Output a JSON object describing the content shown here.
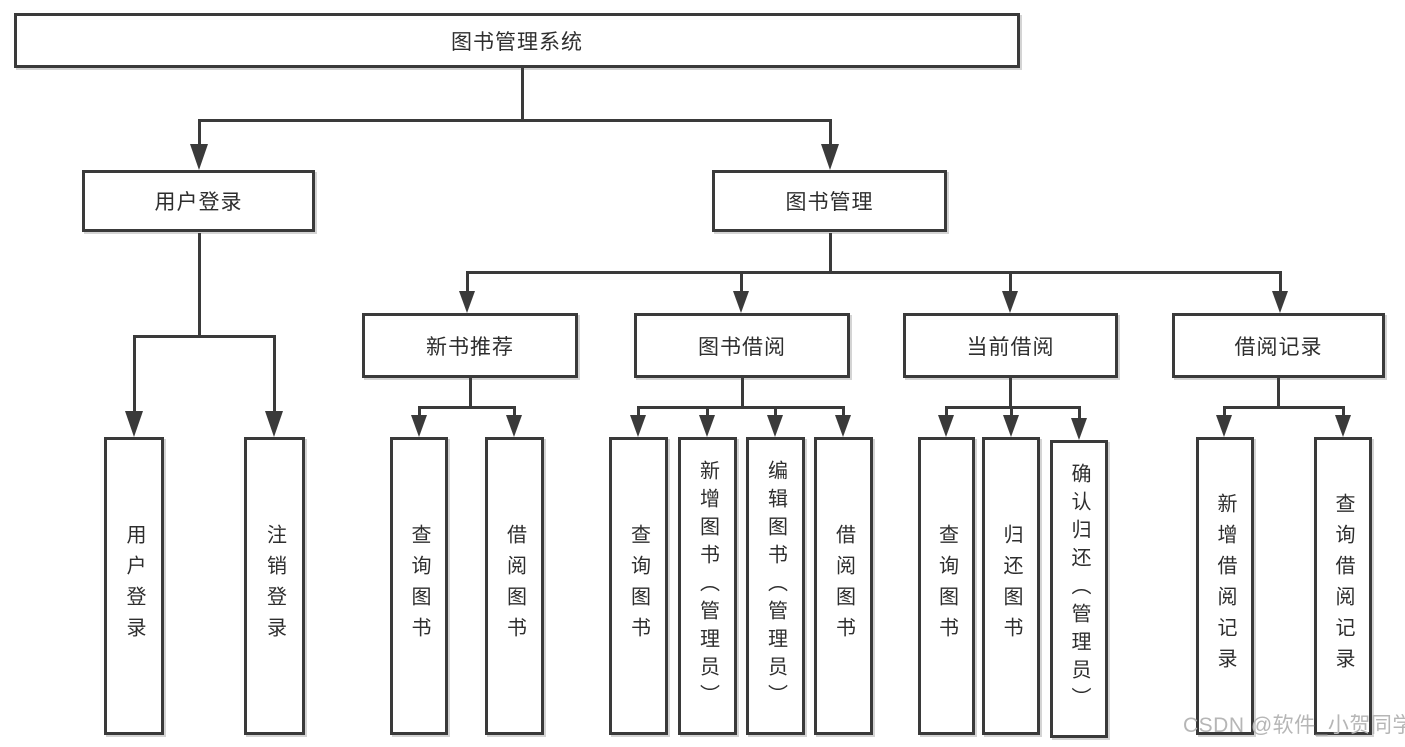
{
  "colors": {
    "background": "#ffffff",
    "line": "#3a3a3a",
    "box_border": "#3a3a3a",
    "text": "#2e2e2e",
    "watermark_text_color": "#b6b6b6"
  },
  "tree": {
    "root": "图书管理系统",
    "branches": [
      {
        "label": "用户登录",
        "children": [
          "用户登录",
          "注销登录"
        ]
      },
      {
        "label": "图书管理",
        "children": [
          {
            "label": "新书推荐",
            "children": [
              "查询图书",
              "借阅图书"
            ]
          },
          {
            "label": "图书借阅",
            "children": [
              "查询图书",
              "新增图书（管理员）",
              "编辑图书（管理员）",
              "借阅图书"
            ]
          },
          {
            "label": "当前借阅",
            "children": [
              "查询图书",
              "归还图书",
              "确认归还（管理员）"
            ]
          },
          {
            "label": "借阅记录",
            "children": [
              "新增借阅记录",
              "查询借阅记录"
            ]
          }
        ]
      }
    ]
  },
  "watermark": {
    "text": "CSDN @软件_小贺同学"
  }
}
